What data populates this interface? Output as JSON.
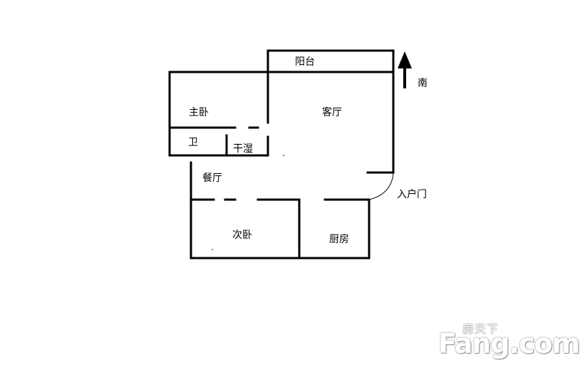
{
  "rooms": {
    "balcony": "阳台",
    "master_bedroom": "主卧",
    "living_room": "客厅",
    "bathroom": "卫",
    "dry_wet": "干湿",
    "dining_room": "餐厅",
    "second_bedroom": "次卧",
    "kitchen": "厨房"
  },
  "compass": {
    "label": "南",
    "icon": "north-arrow-icon"
  },
  "entrance": {
    "label": "入户门"
  },
  "watermark": {
    "cn": "房天下",
    "en": "Fang.com"
  }
}
